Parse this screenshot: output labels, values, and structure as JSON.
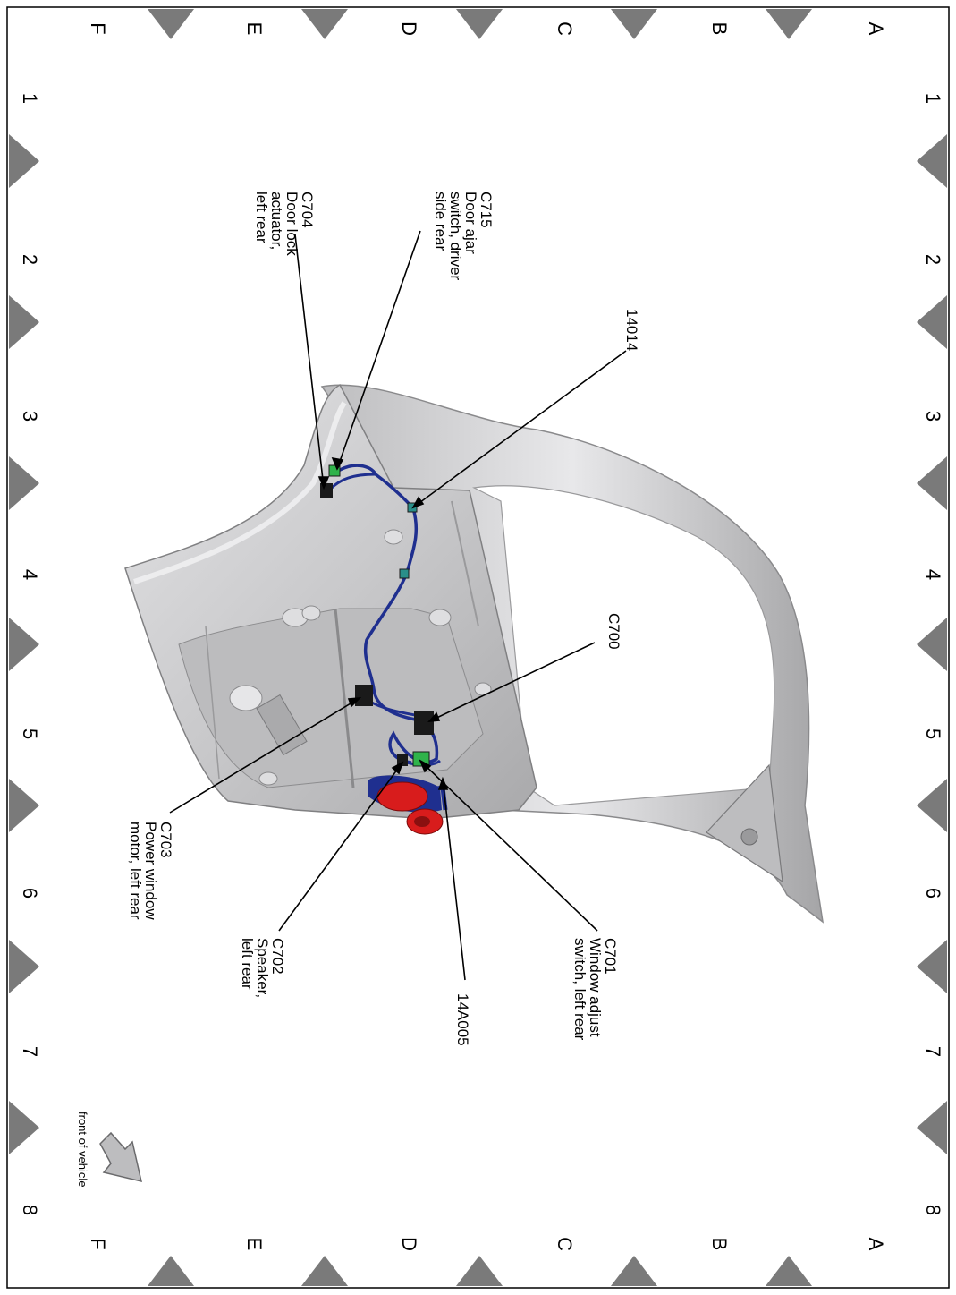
{
  "grid": {
    "letters": [
      "A",
      "B",
      "C",
      "D",
      "E",
      "F"
    ],
    "numbers": [
      "1",
      "2",
      "3",
      "4",
      "5",
      "6",
      "7",
      "8"
    ]
  },
  "callouts": [
    {
      "id": "C715",
      "lines": [
        "C715",
        "Door ajar",
        "switch, driver",
        "side rear"
      ]
    },
    {
      "id": "C704",
      "lines": [
        "C704",
        "Door lock",
        "actuator,",
        "left rear"
      ]
    },
    {
      "id": "14014",
      "lines": [
        "14014"
      ]
    },
    {
      "id": "C700",
      "lines": [
        "C700"
      ]
    },
    {
      "id": "C703",
      "lines": [
        "C703",
        "Power window",
        "motor, left rear"
      ]
    },
    {
      "id": "C702",
      "lines": [
        "C702",
        "Speaker,",
        "left rear"
      ]
    },
    {
      "id": "14A005",
      "lines": [
        "14A005"
      ]
    },
    {
      "id": "C701",
      "lines": [
        "C701",
        "Window adjust",
        "switch, left rear"
      ]
    }
  ],
  "orientation": {
    "label": "front of vehicle"
  },
  "colors": {
    "door_panel": "#c8c8ca",
    "door_shadow": "#9a9a9c",
    "wire_harness": "#1f2f8f",
    "connector_green": "#2fb34a",
    "connector_teal": "#2a8f8a",
    "connector_black": "#1a1a1a",
    "speaker_red": "#d81c1c",
    "border_triangle": "#7a7a7a"
  }
}
